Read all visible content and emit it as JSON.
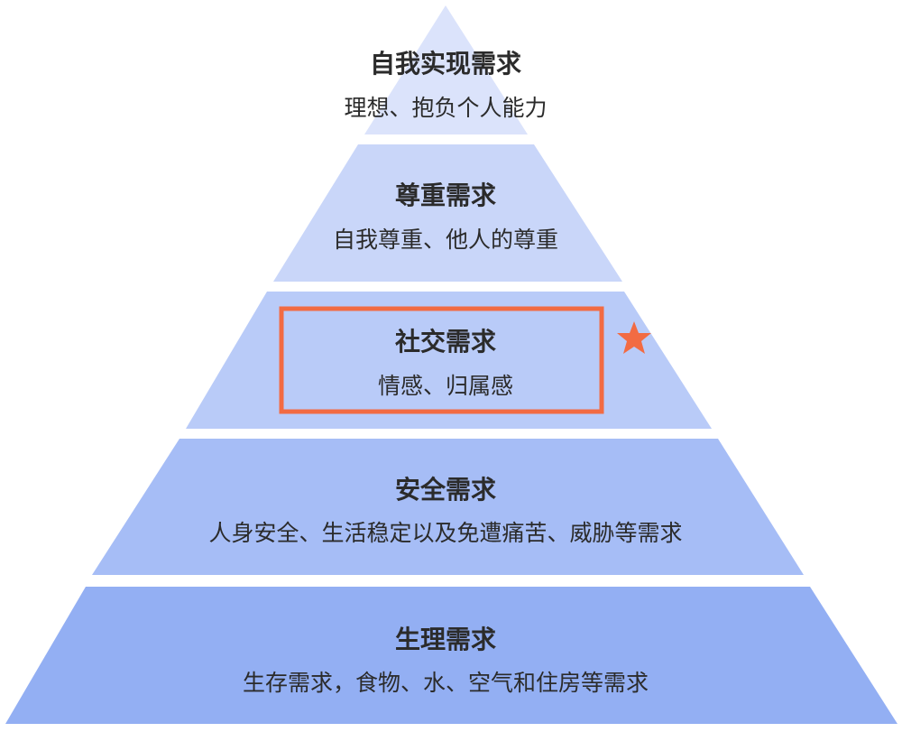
{
  "diagram": {
    "type": "pyramid",
    "levels": [
      {
        "title": "自我实现需求",
        "description": "理想、抱负个人能力",
        "fill": "#dbe3fb"
      },
      {
        "title": "尊重需求",
        "description": "自我尊重、他人的尊重",
        "fill": "#c9d6f9"
      },
      {
        "title": "社交需求",
        "description": "情感、归属感",
        "fill": "#b9cbf8",
        "highlighted": true
      },
      {
        "title": "安全需求",
        "description": "人身安全、生活稳定以及免遭痛苦、威胁等需求",
        "fill": "#a6bdf6"
      },
      {
        "title": "生理需求",
        "description": "生存需求，食物、水、空气和住房等需求",
        "fill": "#93aff3"
      }
    ],
    "highlight": {
      "level_index": 2,
      "border_color": "#f26b43",
      "marker": "star-icon",
      "marker_color": "#f26b43"
    }
  }
}
